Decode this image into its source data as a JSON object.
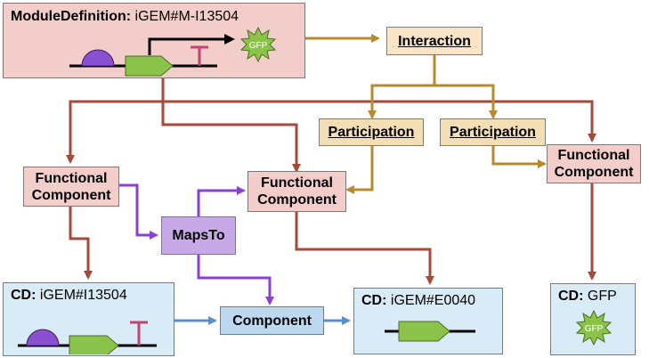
{
  "module_definition": {
    "label": "ModuleDefinition:",
    "id": "iGEM#M-I13504"
  },
  "interaction": {
    "label": "Interaction"
  },
  "participations": [
    {
      "label": "Participation"
    },
    {
      "label": "Participation"
    }
  ],
  "functional_components": [
    {
      "line1": "Functional",
      "line2": "Component"
    },
    {
      "line1": "Functional",
      "line2": "Component"
    },
    {
      "line1": "Functional",
      "line2": "Component"
    }
  ],
  "maps_to": {
    "label": "MapsTo"
  },
  "component": {
    "label": "Component"
  },
  "component_definitions": [
    {
      "label": "CD:",
      "id": "iGEM#I13504"
    },
    {
      "label": "CD:",
      "id": "iGEM#E0040"
    },
    {
      "label": "CD:",
      "id": "GFP"
    }
  ],
  "gfp_glyph": {
    "text": "GFP"
  },
  "colors": {
    "brown_arrow": "#a44a3a",
    "gold_arrow": "#b88a2e",
    "purple_arrow": "#8a3fd8",
    "blue_arrow": "#5b8fc8"
  }
}
